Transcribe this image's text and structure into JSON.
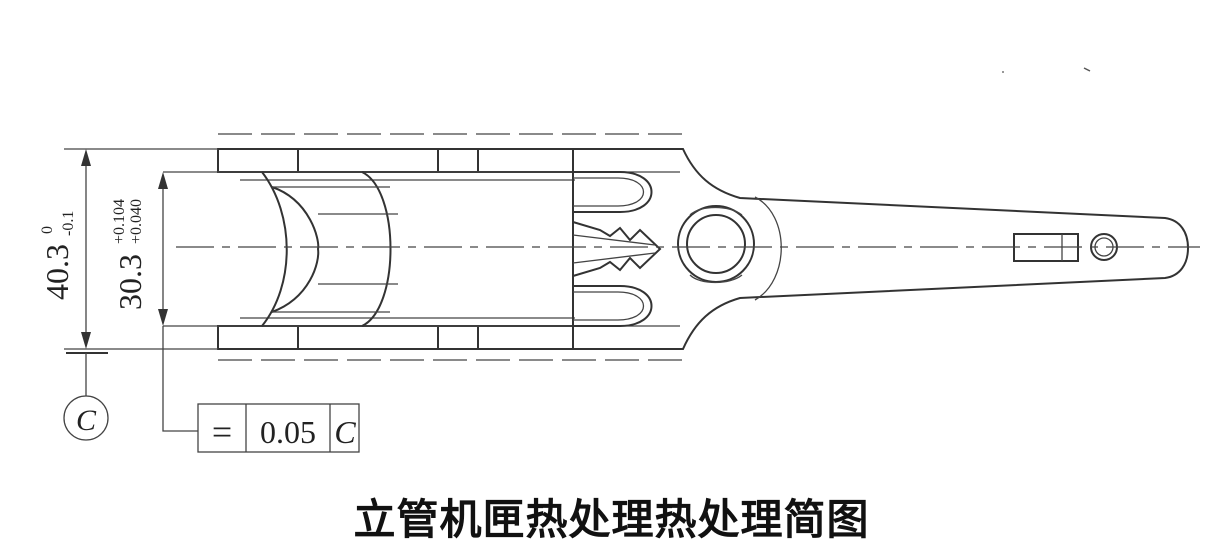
{
  "dimensions": {
    "outer": {
      "nominal": "40.3",
      "upper": "0",
      "lower": "-0.1"
    },
    "inner": {
      "nominal": "30.3",
      "upper": "+0.104",
      "lower": "+0.040"
    }
  },
  "datum": {
    "label": "C"
  },
  "tolerance_frame": {
    "symbol": "=",
    "value": "0.05",
    "datum": "C"
  },
  "caption": "立管机匣热处理热处理简图"
}
